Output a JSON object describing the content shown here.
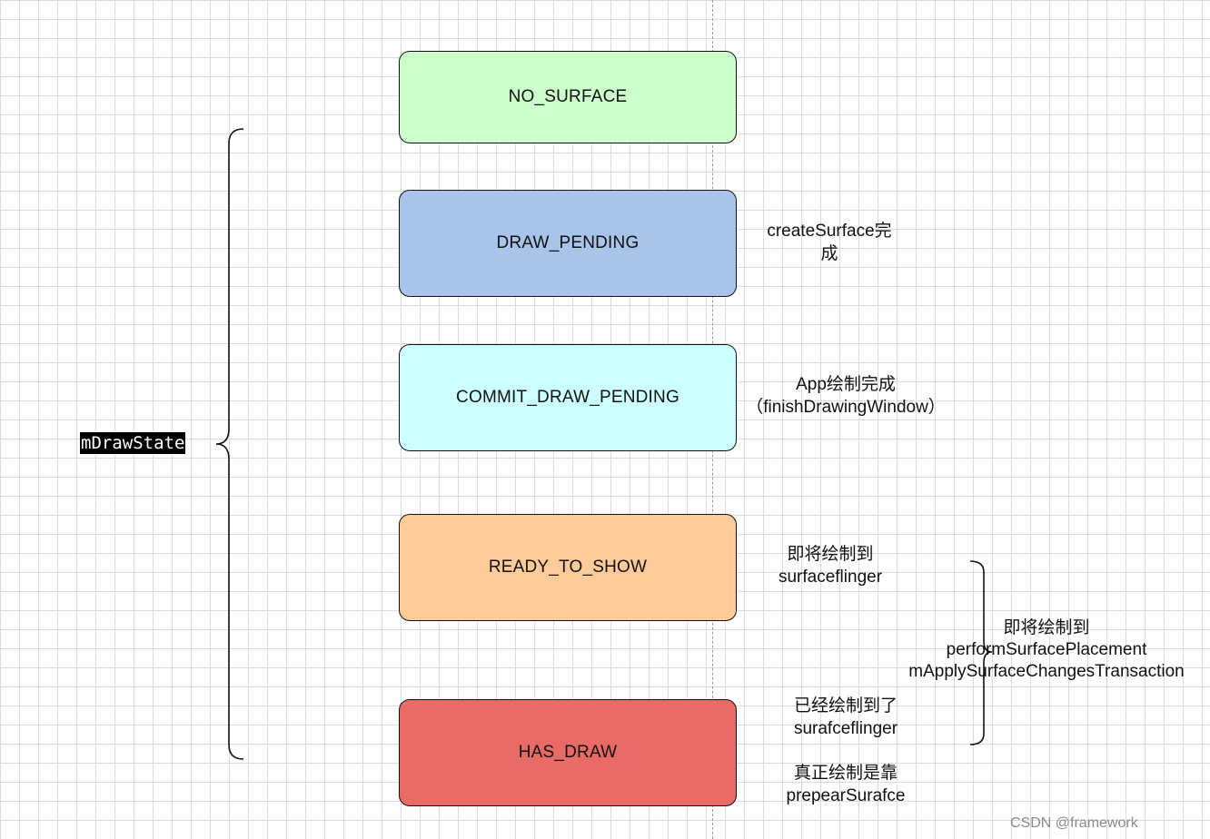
{
  "diagram": {
    "variable_label": "mDrawState",
    "states": [
      {
        "label": "NO_SURFACE",
        "color": "#ccffcc"
      },
      {
        "label": "DRAW_PENDING",
        "color": "#a9c4eb"
      },
      {
        "label": "COMMIT_DRAW_PENDING",
        "color": "#ccffff"
      },
      {
        "label": "READY_TO_SHOW",
        "color": "#ffcc99"
      },
      {
        "label": "HAS_DRAW",
        "color": "#ea6b66"
      }
    ],
    "notes": {
      "draw_pending": {
        "line1": "createSurface完",
        "line2": "成"
      },
      "commit_draw_pending": {
        "line1": "App绘制完成",
        "line2": "（finishDrawingWindow）"
      },
      "ready_to_show": {
        "line1": "即将绘制到",
        "line2": "surfaceflinger"
      },
      "has_draw": {
        "line1": "已经绘制到了",
        "line2": "surafceflinger"
      },
      "has_draw_extra": {
        "line1": "真正绘制是靠",
        "line2": "prepearSurafce"
      },
      "right_group": {
        "line1": "即将绘制到",
        "line2": "performSurfacePlacement",
        "line3": "mApplySurfaceChangesTransaction"
      }
    },
    "watermark": "CSDN @framework"
  }
}
